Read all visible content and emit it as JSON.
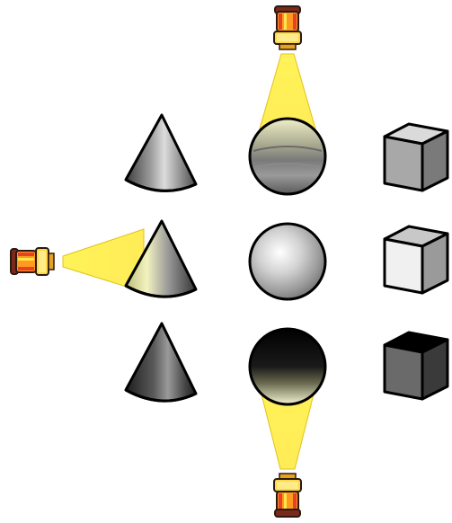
{
  "colors": {
    "background": "#ffffff",
    "beam": "#ffec4a",
    "beam_edge": "#e8c51a",
    "lamp_red": "#e8412a",
    "lamp_orange": "#ff9a1e",
    "lamp_yellow": "#ffe44a",
    "shape_dark": "#2a2a2a",
    "shape_mid": "#8a8a8a",
    "shape_light": "#e6e6e6"
  },
  "icons": {
    "top_lamp": "spotlight-icon",
    "left_lamp": "spotlight-icon",
    "bottom_lamp": "spotlight-icon",
    "cone": "cone-icon",
    "sphere": "sphere-icon",
    "cube": "cube-icon"
  },
  "grid": {
    "rows": [
      "lit-from-top",
      "lit-from-front",
      "lit-from-bottom"
    ],
    "columns": [
      "cone",
      "sphere",
      "cube"
    ]
  }
}
